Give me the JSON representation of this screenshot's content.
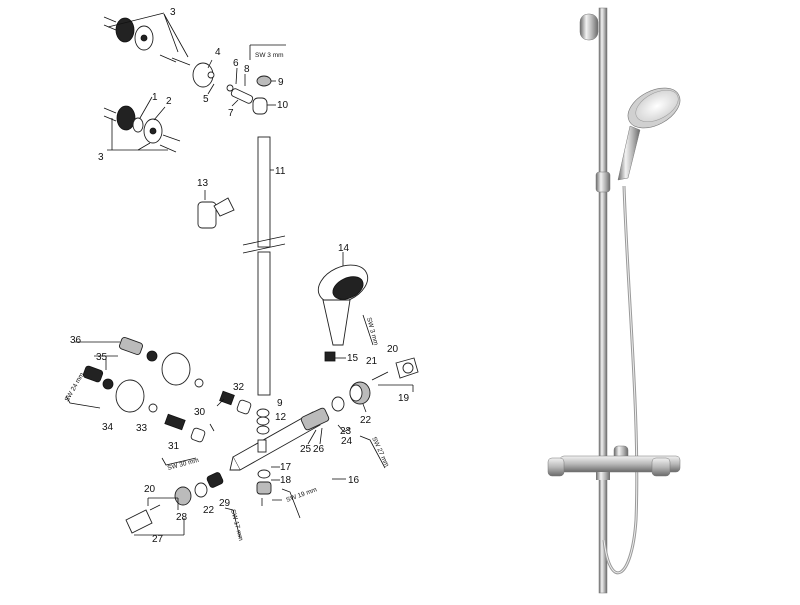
{
  "diagram": {
    "part_numbers": [
      "1",
      "2",
      "3",
      "3",
      "4",
      "5",
      "6",
      "7",
      "8",
      "9",
      "10",
      "11",
      "12",
      "13",
      "14",
      "15",
      "16",
      "17",
      "18",
      "19",
      "20",
      "20",
      "21",
      "22",
      "22",
      "23",
      "24",
      "25",
      "26",
      "27",
      "28",
      "29",
      "30",
      "31",
      "32",
      "33",
      "34",
      "35",
      "36",
      "9"
    ],
    "tool_labels": {
      "sw3_top": "SW 3 mm",
      "sw3_mid": "SW 3 mm",
      "sw24": "SW 24 mm",
      "sw30": "SW 30 mm",
      "sw27": "SW 27 mm",
      "sw19": "SW 19 mm",
      "sw17": "SW 17 mm"
    }
  },
  "colors": {
    "line": "#111111",
    "chrome_light": "#f2f2f2",
    "chrome_mid": "#b8b8b8",
    "chrome_dark": "#6a6a6a",
    "accent_red": "#c8102e"
  }
}
